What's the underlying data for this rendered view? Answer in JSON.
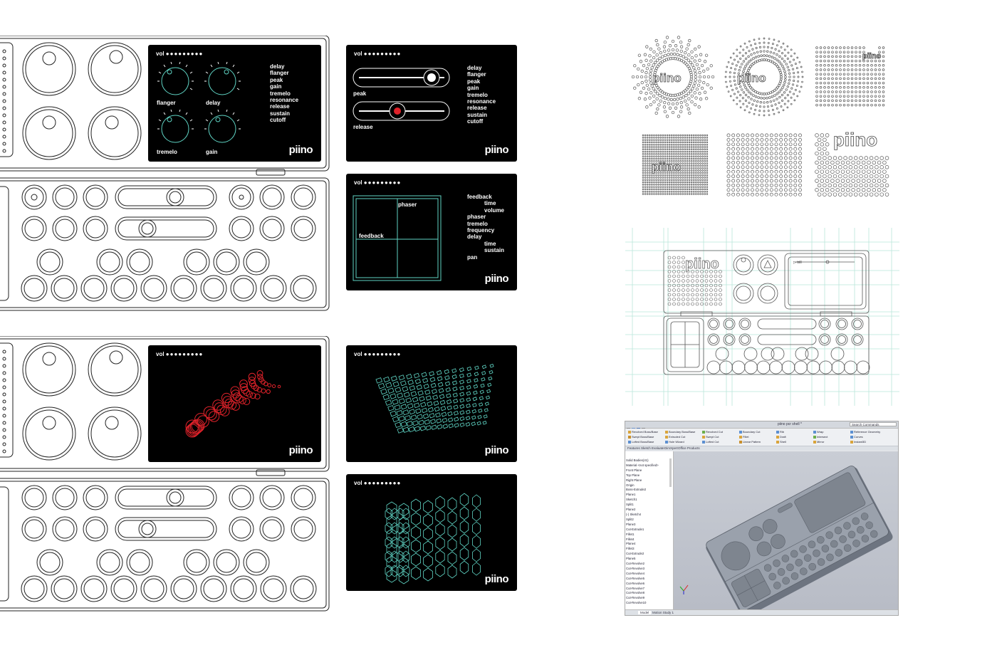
{
  "screens": {
    "vol_label": "vol",
    "vol_dots": "●●●●●●●●●",
    "brand": "piino",
    "effects": {
      "knobs": [
        "flanger",
        "delay",
        "tremelo",
        "gain"
      ],
      "menu": [
        "delay",
        "flanger",
        "peak",
        "gain",
        "tremelo",
        "resonance",
        "release",
        "sustain",
        "cutoff"
      ]
    },
    "sliders": {
      "labels": [
        "peak",
        "release"
      ],
      "menu": [
        "delay",
        "flanger",
        "peak",
        "gain",
        "tremelo",
        "resonance",
        "release",
        "sustain",
        "cutoff"
      ],
      "positions": [
        0.85,
        0.45
      ]
    },
    "xy_pad": {
      "top_label": "phaser",
      "left_label": "feedback",
      "menu": [
        "feedback",
        "time",
        "volume",
        "phaser",
        "tremelo",
        "frequency",
        "delay",
        "time",
        "sustain",
        "pan"
      ]
    }
  },
  "pattern_logos": [
    "piino",
    "piino",
    "piino",
    "piino",
    "piino",
    "piino"
  ],
  "blueprint": {
    "logo": "piino",
    "readout": "▷ trill"
  },
  "cad": {
    "title": "piino pcr shell *",
    "search": "Search Commands",
    "ribbon": [
      "Revolved Boss/Base",
      "Swept Boss/Base",
      "Lofted Boss/Base",
      "Boundary Boss/Base",
      "Extruded Cut",
      "Hole Wizard",
      "Revolved Cut",
      "Swept Cut",
      "Lofted Cut",
      "Boundary Cut",
      "Fillet",
      "Linear Pattern",
      "Rib",
      "Draft",
      "Shell",
      "Wrap",
      "Intersect",
      "Mirror",
      "Reference Geometry",
      "Curves",
      "Instant3D"
    ],
    "tabs": [
      "Features",
      "Sketch",
      "Evaluate",
      "DimXpert",
      "Office Products"
    ],
    "tree": [
      "Solid Bodies(41)",
      "Material <not specified>",
      "Front Plane",
      "Top Plane",
      "Right Plane",
      "Origin",
      "Boss-Extrude2",
      "Plane1",
      "Sketch1",
      "Split1",
      "Plane2",
      "(-) Sketch4",
      "Split2",
      "Plane3",
      "Cut-Extrude1",
      "Fillet1",
      "Fillet4",
      "Plane4",
      "Fillet3",
      "Cut-Extrude2",
      "Plane5",
      "Cut-Revolve2",
      "Cut-Revolve3",
      "Cut-Revolve4",
      "Cut-Revolve5",
      "Cut-Revolve6",
      "Cut-Revolve7",
      "Cut-Revolve8",
      "Cut-Revolve9",
      "Cut-Revolve10"
    ],
    "bottom_tabs": [
      "Model",
      "Motion Study 1"
    ]
  },
  "colors": {
    "screen": "#000000",
    "teal": "#5fd4c4",
    "red": "#e0222a",
    "outline": "#222222",
    "guide": "#b9e6da",
    "cad_bg": "#c8ccd4",
    "cad_part": "#8b929e"
  }
}
